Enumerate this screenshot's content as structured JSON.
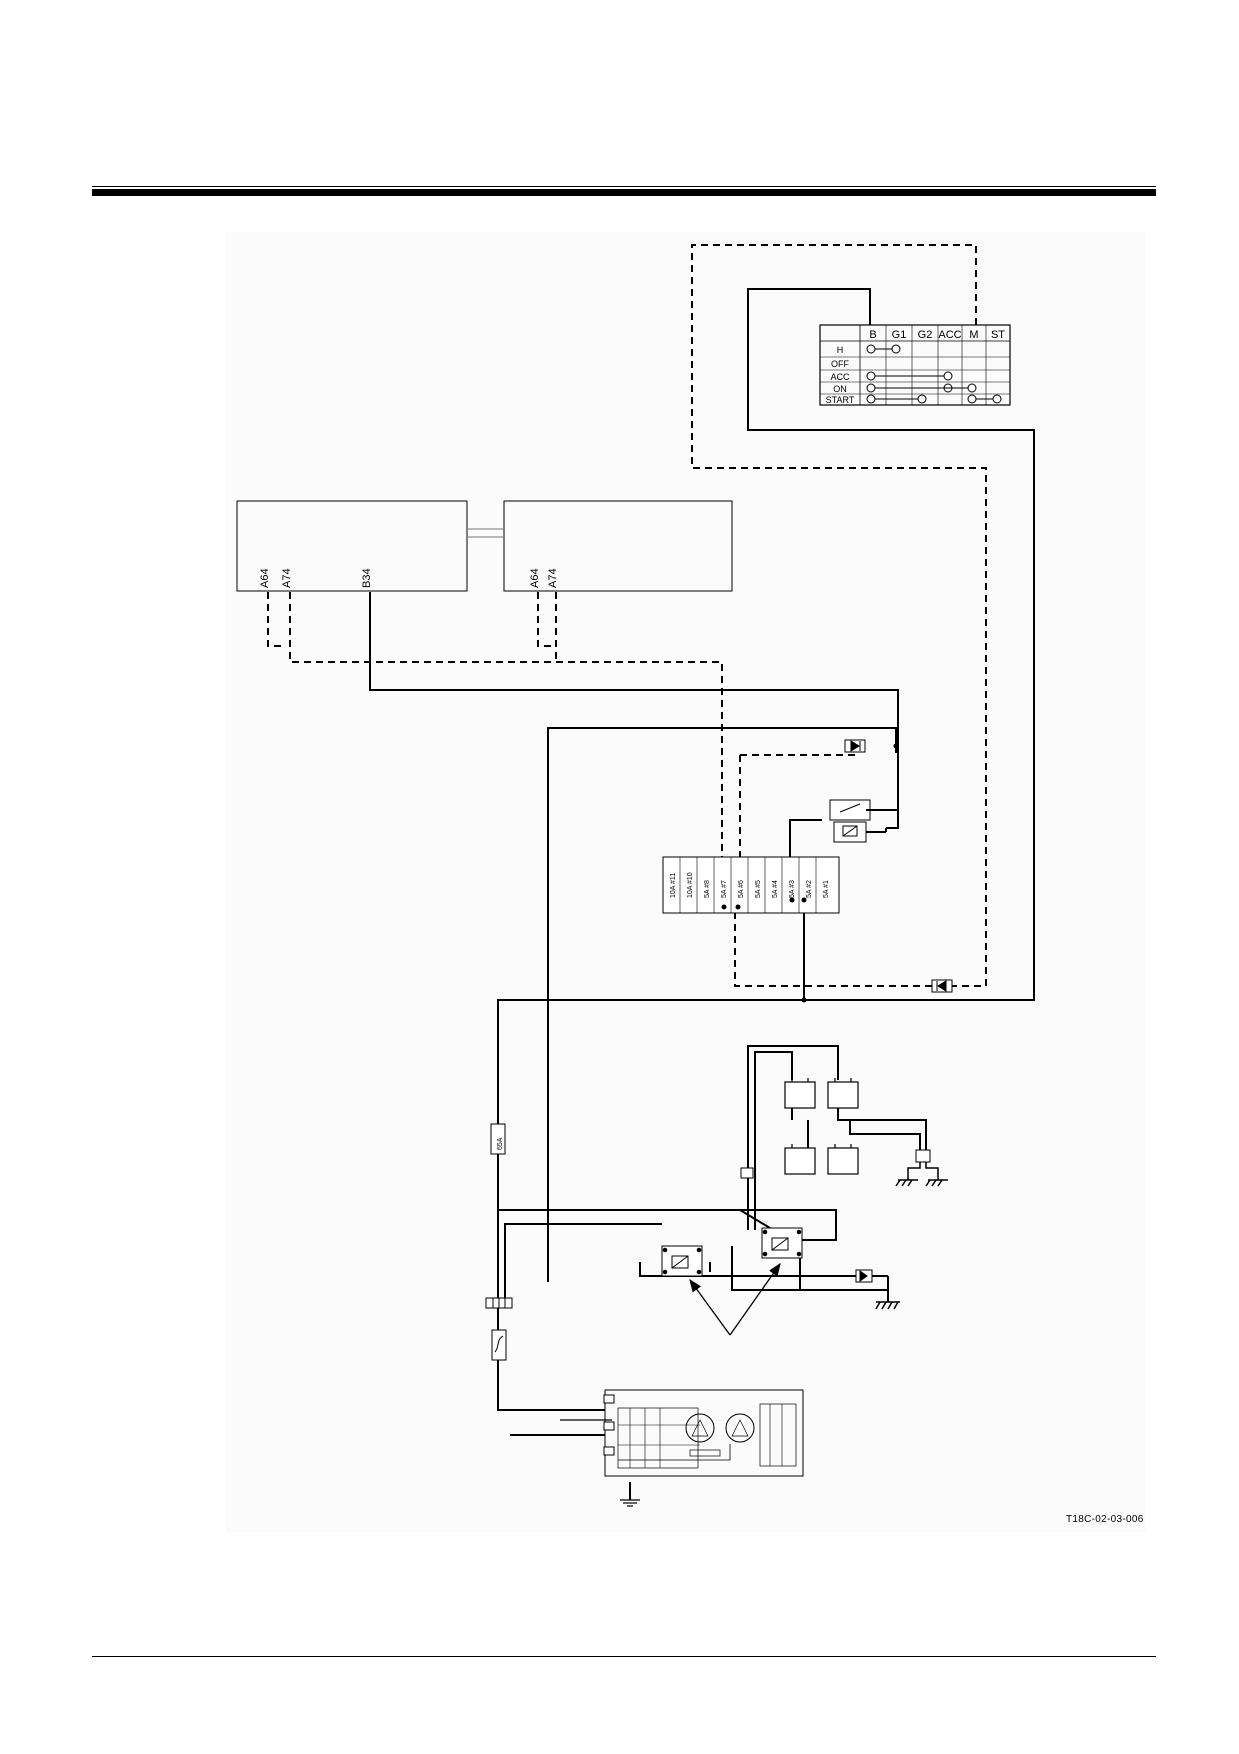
{
  "figure_code": "T18C-02-03-006",
  "key_switch": {
    "terminals": [
      "B",
      "G1",
      "G2",
      "ACC",
      "M",
      "ST"
    ],
    "positions": [
      "H",
      "OFF",
      "ACC",
      "ON",
      "START"
    ]
  },
  "controller_left": {
    "pins": [
      "A64",
      "A74",
      "B34"
    ]
  },
  "controller_right": {
    "pins": [
      "A64",
      "A74"
    ]
  },
  "fuse_box": {
    "fuses": [
      "10A #11",
      "10A #10",
      "5A #8",
      "5A #7",
      "5A #6",
      "5A #5",
      "5A #4",
      "5A #3",
      "5A #2",
      "5A #1"
    ]
  },
  "fusible_link_label": "65A"
}
